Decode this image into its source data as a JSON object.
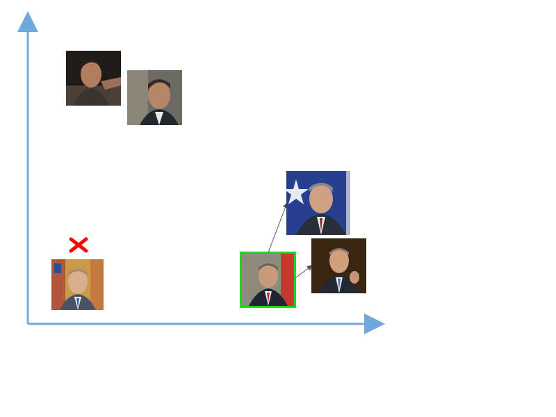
{
  "colors": {
    "axis": "#6fa8dc",
    "highlight": "#22d322",
    "reject_mark": "#ff0000",
    "link": "#555555"
  },
  "faces": [
    {
      "id": "arnold-1",
      "icon": "man-portrait-icon",
      "group": "cluster-a"
    },
    {
      "id": "arnold-2",
      "icon": "man-portrait-icon",
      "group": "cluster-a"
    },
    {
      "id": "putin",
      "icon": "man-portrait-icon",
      "group": "rejected"
    },
    {
      "id": "bush-query",
      "icon": "man-portrait-icon",
      "group": "query",
      "highlighted": true
    },
    {
      "id": "bush-neighbor-1",
      "icon": "man-portrait-icon",
      "group": "neighbor"
    },
    {
      "id": "bush-neighbor-2",
      "icon": "man-portrait-icon",
      "group": "neighbor"
    }
  ],
  "marks": [
    {
      "icon": "red-x-icon",
      "meaning": "rejected match"
    }
  ]
}
